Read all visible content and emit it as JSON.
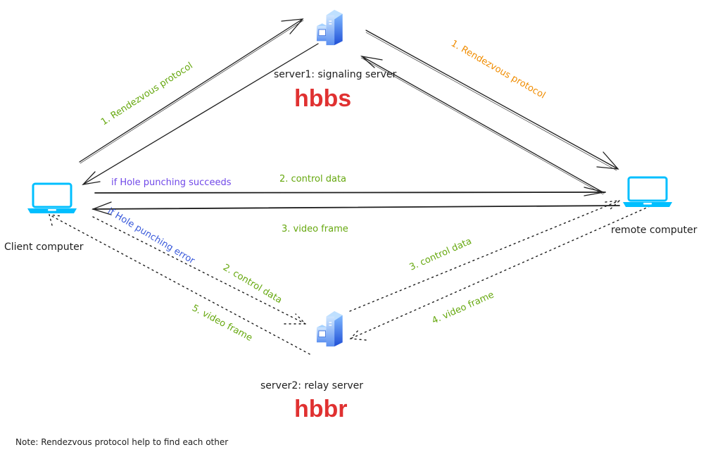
{
  "colors": {
    "green": "#66a80f",
    "orange": "#f08c00",
    "purple": "#7048e8",
    "blue": "#3b5bdb",
    "red": "#e03131",
    "laptop": "#00bfff",
    "ink": "#1e1e1e"
  },
  "nodes": {
    "signaling_server": {
      "label": "server1: signaling server",
      "name": "hbbs",
      "icon": "server-icon"
    },
    "relay_server": {
      "label": "server2: relay server",
      "name": "hbbr",
      "icon": "server-icon"
    },
    "client": {
      "label": "Client computer",
      "icon": "laptop-icon"
    },
    "remote": {
      "label": "remote computer",
      "icon": "laptop-icon"
    }
  },
  "edges": {
    "client_to_server1": "1. Rendezvous protocol",
    "server1_to_remote": "1. Rendezvous protocol",
    "hole_success": "if Hole punching succeeds",
    "direct_control": "2. control data",
    "direct_video": "3. video frame",
    "hole_error": "if Hole punching error",
    "relay_control_in": "2. control data",
    "relay_control_out": "3. control data",
    "relay_video_in": "4. video frame",
    "relay_video_out": "5. video frame"
  },
  "note": "Note: Rendezvous protocol help  to find each other"
}
